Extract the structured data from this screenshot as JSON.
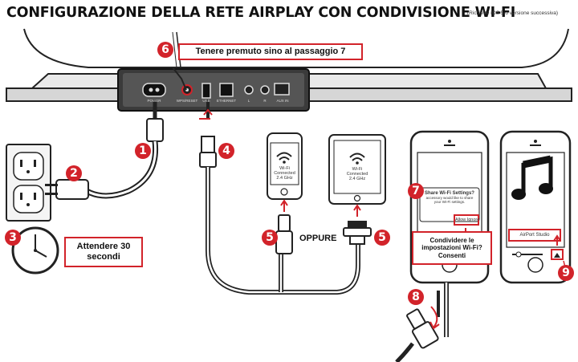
{
  "title": "CONFIGURAZIONE DELLA RETE AIRPLAY CON CONDIVISIONE WI-FI",
  "subtitle": "(Richiede iOS 5 o versione successiva)",
  "callouts": {
    "hold": "Tenere premuto sino al passaggio 7",
    "wait_line1": "Attendere 30",
    "wait_line2": "secondi",
    "share_line1": "Condividere le",
    "share_line2": "impostazioni Wi-Fi?",
    "share_line3": "Consenti",
    "or": "OPPURE"
  },
  "steps": [
    "1",
    "2",
    "3",
    "4",
    "5",
    "5",
    "6",
    "7",
    "8",
    "9"
  ],
  "device_labels": {
    "iphone_wifi_line1": "Wi-Fi",
    "iphone_wifi_line2": "Connected",
    "iphone_wifi_line3": "2.4 GHz",
    "ipad_wifi_line1": "Wi-Fi",
    "ipad_wifi_line2": "Connected",
    "ipad_wifi_line3": "2.4 GHz",
    "share_dialog_line1": "Share Wi-Fi Settings?",
    "share_dialog_line2": "accessory would like to share",
    "share_dialog_line3": "your Wi-Fi settings.",
    "allow_button": "Allow Ignore",
    "airplay_bar": "AirPort Studio",
    "ports": [
      "POWER",
      "WPS/RESET",
      "USB",
      "ETHERNET",
      "L",
      "R",
      "AUX IN"
    ]
  },
  "colors": {
    "accent": "#d2232a",
    "ink": "#111111",
    "device_gray": "#dcdcdc"
  },
  "icons": [
    "clock-icon",
    "wall-outlet-icon",
    "power-plug-icon",
    "wifi-icon",
    "music-note-icon",
    "airplay-icon",
    "lightning-cable-icon",
    "usb-cable-icon",
    "dock-connector-icon"
  ]
}
